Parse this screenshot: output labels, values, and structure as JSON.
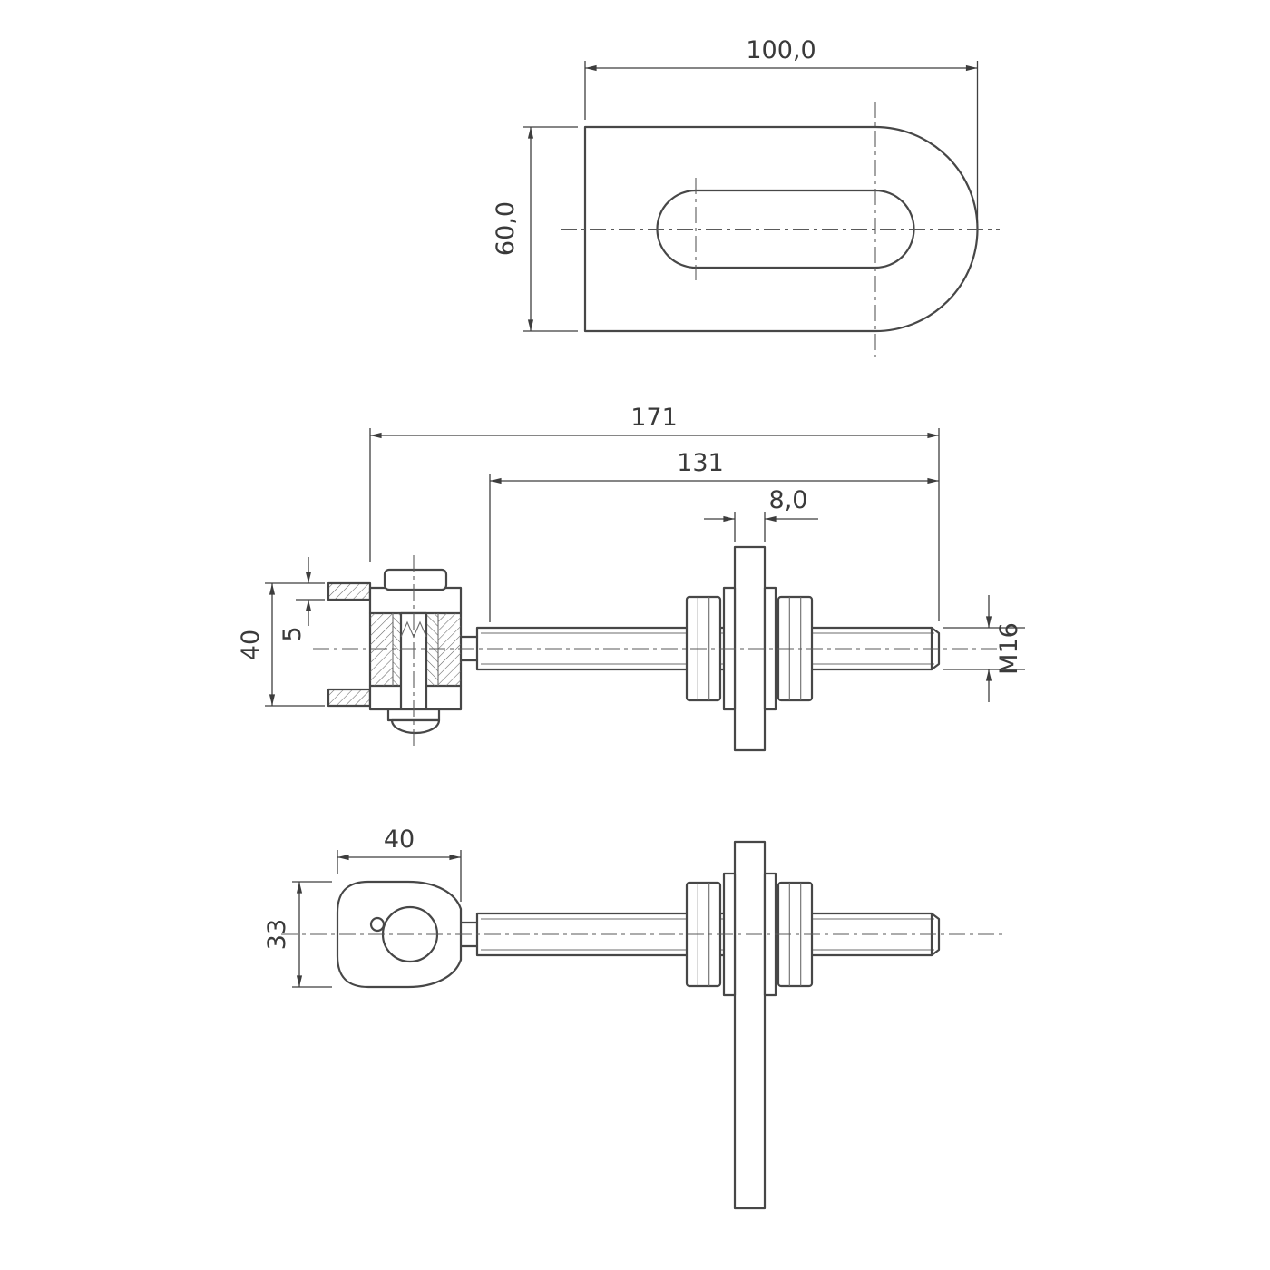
{
  "drawing": {
    "colors": {
      "line": "#474747",
      "dimension_text": "#3a3a3a",
      "background": "#ffffff",
      "hatch": "#666666"
    },
    "labels": {
      "plate_width": "100,0",
      "plate_height": "60,0",
      "total_length": "171",
      "threaded_length": "131",
      "plate_thickness": "8,0",
      "bracket_height": "40",
      "arm_thickness": "5",
      "thread_size": "M16",
      "eye_width": "40",
      "eye_height": "33"
    }
  }
}
